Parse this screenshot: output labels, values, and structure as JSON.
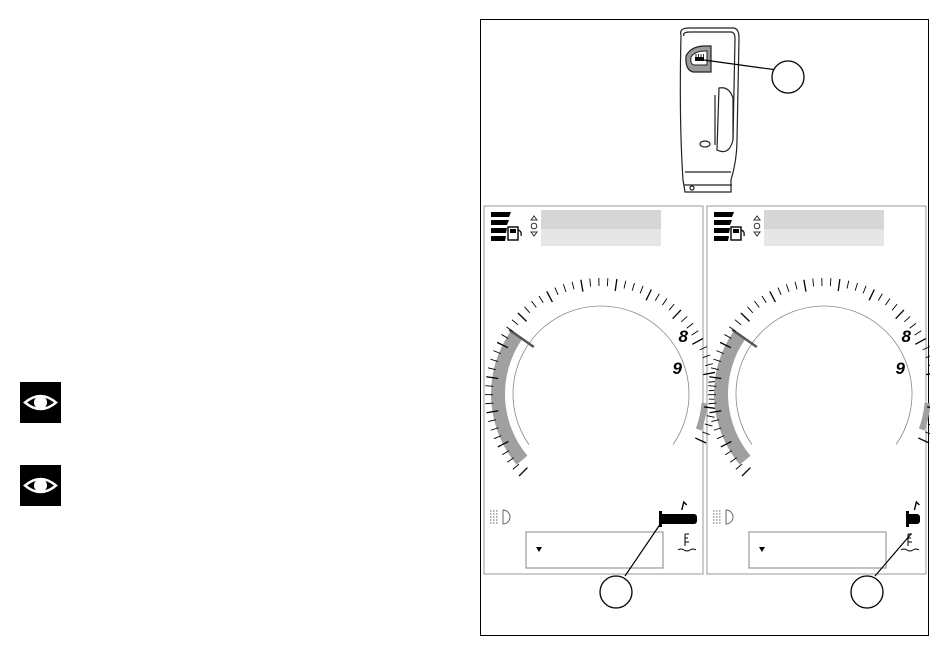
{
  "notes": [
    {
      "icon": "eye-icon"
    },
    {
      "icon": "eye-icon"
    }
  ],
  "figure": {
    "device": {
      "icon": "heated-grip-button-icon"
    },
    "panels": [
      {
        "scale_labels": [
          "8",
          "9"
        ],
        "heated_grip_level": 1.0
      },
      {
        "scale_labels": [
          "8",
          "9"
        ],
        "heated_grip_level": 0.25
      }
    ],
    "callouts": [
      "",
      "",
      ""
    ]
  },
  "colors": {
    "ink": "#000000",
    "gauge_band": "#a0a0a0",
    "bar_fill": "#d6d6d6"
  }
}
